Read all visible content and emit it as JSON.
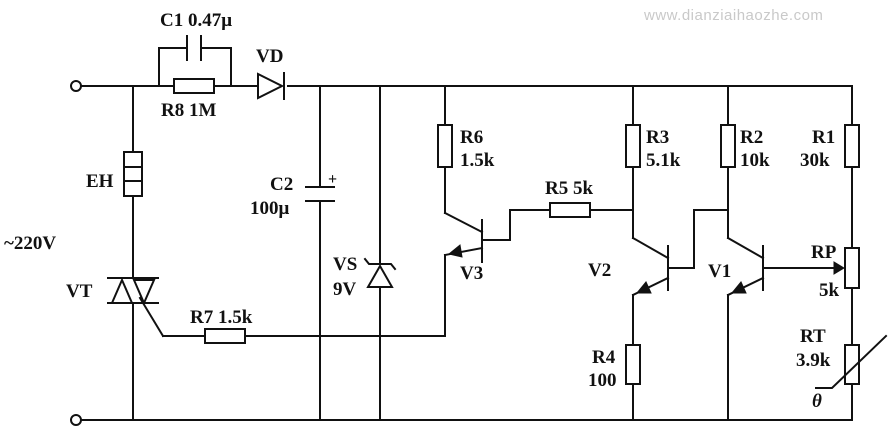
{
  "watermark": "www.dianziaihaozhe.com",
  "labels": {
    "c1": "C1 0.47μ",
    "r8": "R8 1M",
    "vd": "VD",
    "eh": "EH",
    "supply": "~220V",
    "vt": "VT",
    "r7": "R7 1.5k",
    "c2_name": "C2",
    "c2_value": "100μ",
    "c2_polarity": "+",
    "vs_name": "VS",
    "vs_value": "9V",
    "r6_name": "R6",
    "r6_value": "1.5k",
    "v3": "V3",
    "r5": "R5 5k",
    "r3_name": "R3",
    "r3_value": "5.1k",
    "v2": "V2",
    "r4_name": "R4",
    "r4_value": "100",
    "r2_name": "R2",
    "r2_value": "10k",
    "v1": "V1",
    "r1_name": "R1",
    "r1_value": "30k",
    "rp_name": "RP",
    "rp_value": "5k",
    "rt_name": "RT",
    "rt_value": "3.9k",
    "theta": "θ"
  }
}
